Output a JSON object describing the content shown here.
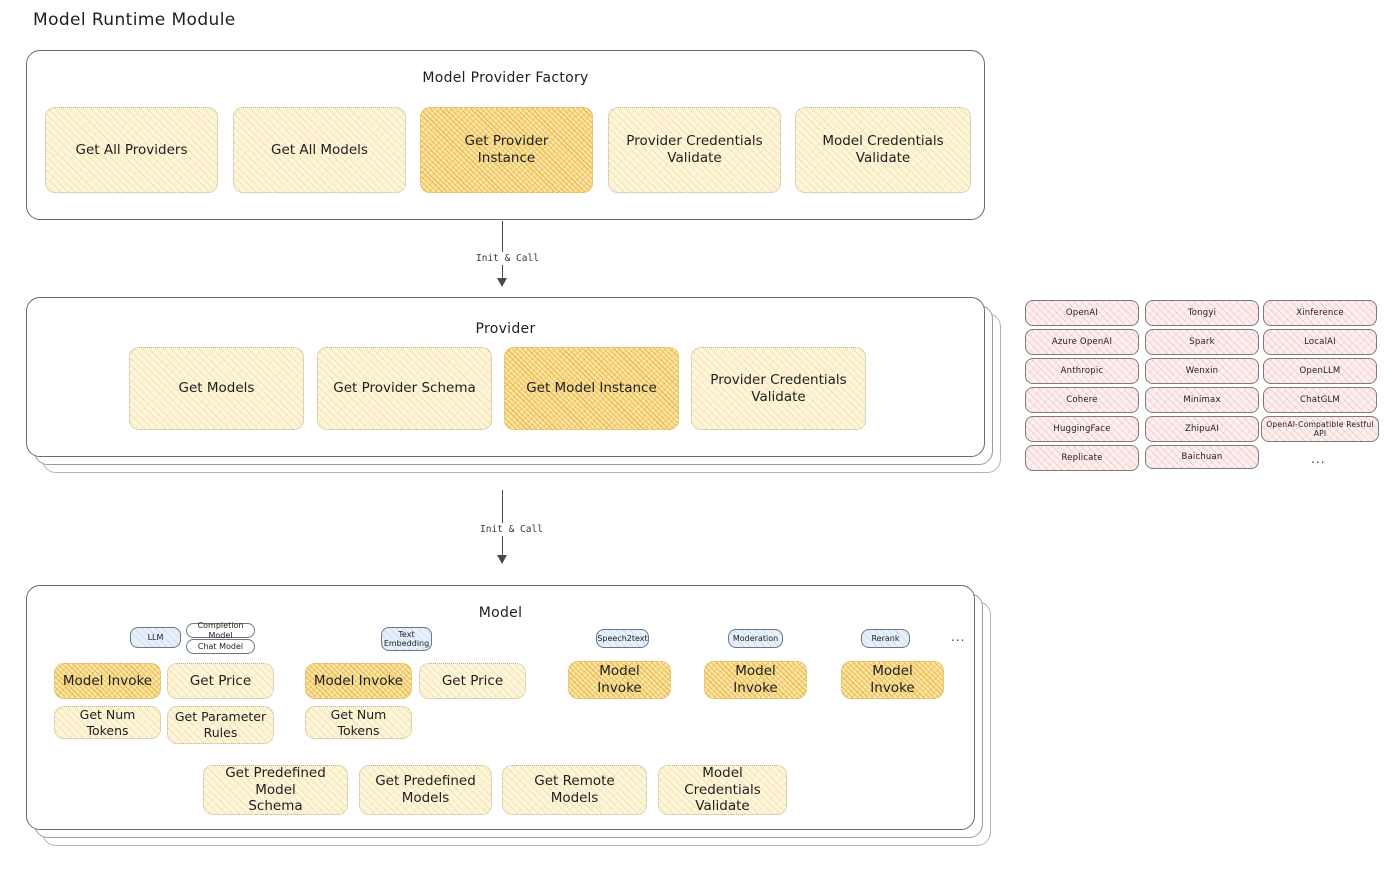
{
  "page": {
    "title": "Model Runtime Module"
  },
  "factory": {
    "title": "Model Provider Factory",
    "boxes": [
      {
        "label": "Get All Providers",
        "highlight": false
      },
      {
        "label": "Get All Models",
        "highlight": false
      },
      {
        "label": "Get Provider\nInstance",
        "highlight": true
      },
      {
        "label": "Provider Credentials\nValidate",
        "highlight": false
      },
      {
        "label": "Model Credentials\nValidate",
        "highlight": false
      }
    ]
  },
  "arrows": [
    {
      "label": "Init & Call"
    },
    {
      "label": "Init & Call"
    }
  ],
  "provider": {
    "title": "Provider",
    "boxes": [
      {
        "label": "Get Models",
        "highlight": false
      },
      {
        "label": "Get Provider Schema",
        "highlight": false
      },
      {
        "label": "Get Model Instance",
        "highlight": true
      },
      {
        "label": "Provider Credentials\nValidate",
        "highlight": false
      }
    ]
  },
  "provider_list": {
    "columns": [
      [
        "OpenAI",
        "Azure OpenAI",
        "Anthropic",
        "Cohere",
        "HuggingFace",
        "Replicate"
      ],
      [
        "Tongyi",
        "Spark",
        "Wenxin",
        "Minimax",
        "ZhipuAI",
        "Baichuan"
      ],
      [
        "Xinference",
        "LocalAI",
        "OpenLLM",
        "ChatGLM",
        "OpenAI-Compatible Restful API"
      ]
    ],
    "more": "..."
  },
  "model": {
    "title": "Model",
    "more": "...",
    "types": [
      {
        "badge": "LLM",
        "badge_style": "blue",
        "sub_badges": [
          "Completion Model",
          "Chat Model"
        ],
        "boxes_row1": [
          {
            "label": "Model Invoke",
            "highlight": true
          },
          {
            "label": "Get Price",
            "highlight": false
          }
        ],
        "boxes_row2": [
          {
            "label": "Get Num Tokens",
            "highlight": false
          },
          {
            "label": "Get Parameter\nRules",
            "highlight": false
          }
        ]
      },
      {
        "badge": "Text\nEmbedding",
        "badge_style": "blue",
        "sub_badges": [],
        "boxes_row1": [
          {
            "label": "Model Invoke",
            "highlight": true
          },
          {
            "label": "Get Price",
            "highlight": false
          }
        ],
        "boxes_row2": [
          {
            "label": "Get Num Tokens",
            "highlight": false
          }
        ]
      },
      {
        "badge": "Speech2text",
        "badge_style": "blue",
        "sub_badges": [],
        "boxes_row1": [
          {
            "label": "Model Invoke",
            "highlight": true
          }
        ],
        "boxes_row2": []
      },
      {
        "badge": "Moderation",
        "badge_style": "blue",
        "sub_badges": [],
        "boxes_row1": [
          {
            "label": "Model Invoke",
            "highlight": true
          }
        ],
        "boxes_row2": []
      },
      {
        "badge": "Rerank",
        "badge_style": "blue",
        "sub_badges": [],
        "boxes_row1": [
          {
            "label": "Model Invoke",
            "highlight": true
          }
        ],
        "boxes_row2": []
      }
    ],
    "common_boxes": [
      {
        "label": "Get Predefined Model\nSchema",
        "highlight": false
      },
      {
        "label": "Get Predefined\nModels",
        "highlight": false
      },
      {
        "label": "Get Remote Models",
        "highlight": false
      },
      {
        "label": "Model Credentials\nValidate",
        "highlight": false
      }
    ]
  },
  "colors": {
    "box_light_fill": "#fdf6df",
    "box_strong_fill": "#fbe6ae",
    "tag_fill": "#fdf0f0",
    "badge_fill": "#e8f0fb",
    "card_border": "#6b6b6b",
    "text": "#1e1e1e"
  }
}
